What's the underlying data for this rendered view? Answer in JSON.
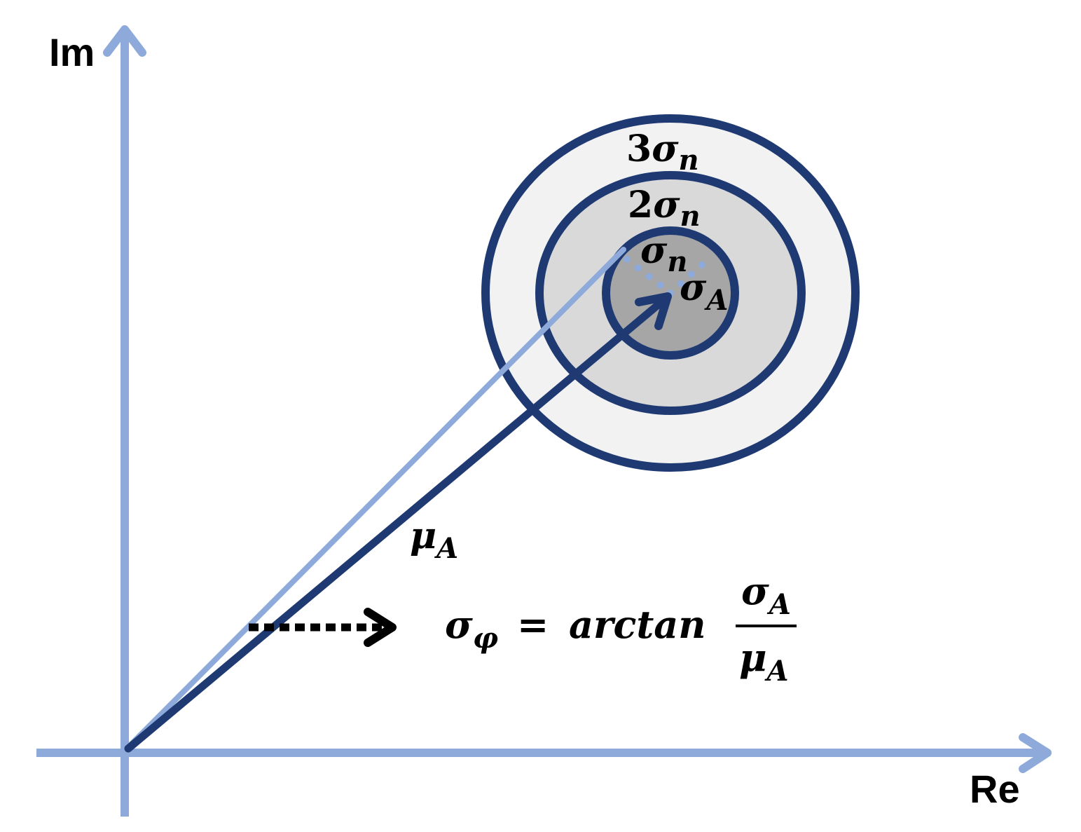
{
  "axes": {
    "imaginary_label": "Im",
    "real_label": "Re"
  },
  "rings": {
    "outer": {
      "coef": "3",
      "symbol": "σ",
      "sub": "n"
    },
    "middle": {
      "coef": "2",
      "symbol": "σ",
      "sub": "n"
    },
    "inner": {
      "symbol": "σ",
      "sub": "n"
    }
  },
  "vectors": {
    "mean_label": {
      "symbol": "μ",
      "sub": "A"
    },
    "amplitude_std_label": {
      "symbol": "σ",
      "sub": "A"
    }
  },
  "formula": {
    "lhs_symbol": "σ",
    "lhs_sub": "φ",
    "equals": "=",
    "function": "arctan",
    "numerator_symbol": "σ",
    "numerator_sub": "A",
    "denominator_symbol": "μ",
    "denominator_sub": "A"
  },
  "colors": {
    "axis": "#8eaadb",
    "dark_blue": "#1f3a73",
    "light_blue_vector": "#8eaadb",
    "ring_outer_fill": "#f2f2f2",
    "ring_middle_fill": "#d9d9d9",
    "ring_inner_fill": "#a6a6a6",
    "text": "#000000"
  }
}
